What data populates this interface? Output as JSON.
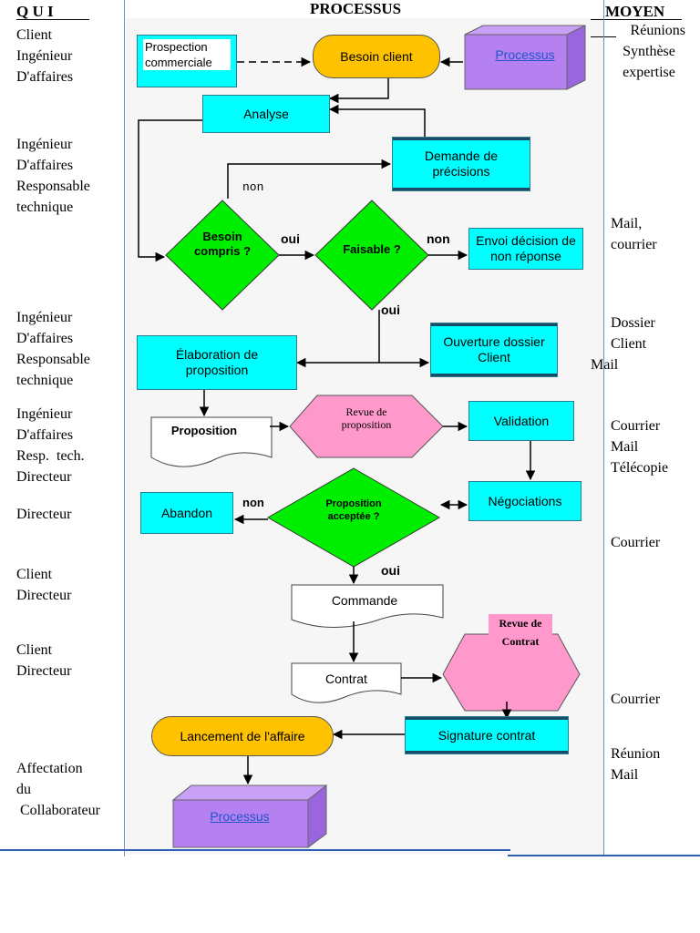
{
  "header": {
    "qui": "Q U I",
    "processus": "PROCESSUS",
    "moyen": "MOYEN"
  },
  "who": [
    [
      "Client",
      "Ingénieur",
      "D'affaires"
    ],
    [
      "Ingénieur",
      "D'affaires",
      "Responsable",
      "technique"
    ],
    [
      "Ingénieur",
      "D'affaires",
      "Responsable",
      "technique"
    ],
    [
      "Ingénieur",
      "D'affaires",
      "Resp.  tech.",
      "Directeur"
    ],
    [
      "Directeur"
    ],
    [
      "Client",
      "Directeur"
    ],
    [
      "Client",
      "Directeur"
    ],
    [
      "Affectation",
      "du",
      " Collaborateur"
    ]
  ],
  "means": [
    [
      "Réunions",
      "Synthèse",
      "expertise"
    ],
    [
      "Mail,",
      "courrier"
    ],
    [
      "Dossier",
      "Client"
    ],
    [
      "Mail"
    ],
    [
      "Courrier",
      "Mail",
      "Télécopie"
    ],
    [
      "Courrier"
    ],
    [
      "Courrier"
    ],
    [
      "Réunion",
      "Mail"
    ]
  ],
  "nodes": {
    "prospection": "Prospection commerciale",
    "besoin_client": "Besoin client",
    "processus_top": "Processus",
    "analyse": "Analyse",
    "demande": "Demande de précisions",
    "besoin_compris": "Besoin compris ?",
    "faisable": "Faisable ?",
    "envoi": "Envoi décision de non réponse",
    "elaboration": "Élaboration de proposition",
    "ouverture": "Ouverture dossier Client",
    "proposition": "Proposition",
    "revue_prop": "Revue de proposition",
    "validation": "Validation",
    "negociations": "Négociations",
    "abandon": "Abandon",
    "prop_acceptee": "Proposition acceptée ?",
    "commande": "Commande",
    "revue_contrat": "Revue de Contrat",
    "contrat": "Contrat",
    "signature": "Signature contrat",
    "lancement": "Lancement de l'affaire",
    "processus_bottom": "Processus"
  },
  "labels": {
    "non1": "non",
    "oui1": "oui",
    "non2": "non",
    "oui2": "oui",
    "non3": "non",
    "oui3": "oui"
  },
  "colors": {
    "cyan": "#00ffff",
    "green": "#00ee00",
    "pink": "#ff99cc",
    "orange": "#ffc200",
    "purple": "#b580f0"
  }
}
